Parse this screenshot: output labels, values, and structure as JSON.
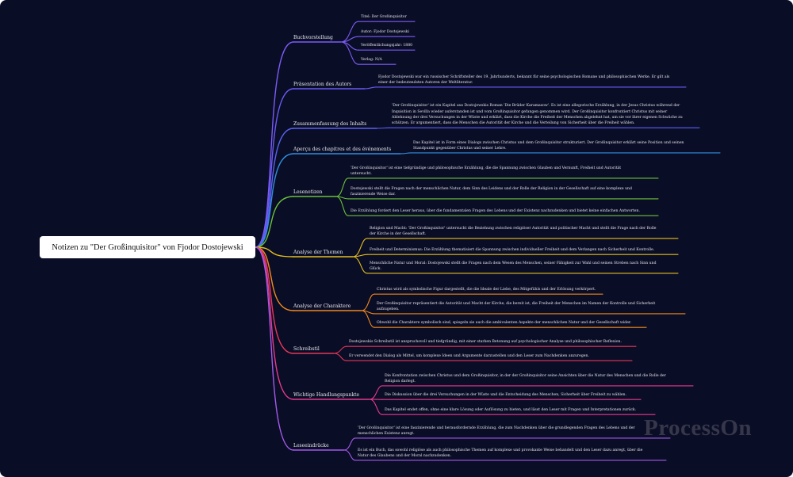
{
  "root": "Notizen zu \"Der Großinquisitor\" von Fjodor Dostojewski",
  "watermark": "ProcessOn",
  "branches": [
    {
      "label": "Buchvorstellung",
      "color": "#7b5cf5",
      "leaves": [
        [
          "Titel: Der Großinquisitor"
        ],
        [
          "Autor: Fjodor Dostojewski"
        ],
        [
          "Veröffentlichungsjahr: 1880"
        ],
        [
          "Verlag: N/A"
        ]
      ]
    },
    {
      "label": "Präsentation des Autors",
      "color": "#6a5af7",
      "leaves": [
        [
          "Fjodor Dostojewski war ein russischer Schriftsteller des 19. Jahrhunderts, bekannt für seine psychologischen Romane und philosophischen Werke. Er gilt als",
          "einer der bedeutendsten Autoren der Weltliteratur."
        ]
      ]
    },
    {
      "label": "Zusammenfassung des Inhalts",
      "color": "#5a63f5",
      "leaves": [
        [
          "'Der Großinquisitor' ist ein Kapitel aus Dostojewskis Roman 'Die Brüder Karamasow'. Es ist eine allegorische Erzählung, in der Jesus Christus während der",
          "Inquisition in Sevilla wieder auferstanden ist und vom Großinquisitor gefangen genommen wird. Der Großinquisitor konfrontiert Christus mit seiner",
          "Ablehnung der drei Versuchungen in der Wüste und erklärt, dass die Kirche die Freiheit der Menschen abgelehnt hat, um sie vor ihrer eigenen Schwäche zu",
          "schützen. Er argumentiert, dass die Menschen die Autorität der Kirche und die Verteilung von Sicherheit über die Freiheit wählen."
        ]
      ]
    },
    {
      "label": "Aperçu des chapitres et des événements",
      "color": "#2f8fe0",
      "leaves": [
        [
          "Das Kapitel ist in Form eines Dialogs zwischen Christus und dem Großinquisitor strukturiert. Der Großinquisitor erklärt seine Position und seinen",
          "Standpunkt gegenüber Christus und seiner Lehre."
        ]
      ]
    },
    {
      "label": "Lesenotizen",
      "color": "#6ac23a",
      "leaves": [
        [
          "'Der Großinquisitor' ist eine tiefgründige und philosophische Erzählung, die die Spannung zwischen Glauben und Vernunft, Freiheit und Autorität",
          "untersucht."
        ],
        [
          "Dostojewski stellt die Fragen nach der menschlichen Natur, dem Sinn des Leidens und der Rolle der Religion in der Gesellschaft auf eine komplexe und",
          "faszinierende Weise dar."
        ],
        [
          "Die Erzählung fordert den Leser heraus, über die fundamentalen Fragen des Lebens und der Existenz nachzudenken und bietet keine einfachen Antworten."
        ]
      ]
    },
    {
      "label": "Analyse der Themen",
      "color": "#e5c01e",
      "leaves": [
        [
          "Religion und Macht: 'Der Großinquisitor' untersucht die Beziehung zwischen religiöser Autorität und politischer Macht und stellt die Frage nach der Rolle",
          "der Kirche in der Gesellschaft."
        ],
        [
          "Freiheit und Determinismus: Die Erzählung thematisiert die Spannung zwischen individueller Freiheit und dem Verlangen nach Sicherheit und Kontrolle."
        ],
        [
          "Menschliche Natur und Moral: Dostojewski stellt die Fragen nach dem Wesen des Menschen, seiner Fähigkeit zur Wahl und seinen Streben nach Sinn und",
          "Glück."
        ]
      ]
    },
    {
      "label": "Analyse der Charaktere",
      "color": "#f08a1e",
      "leaves": [
        [
          "Christus wird als symbolische Figur dargestellt, die die Ideale der Liebe, des Mitgefühls und der Erlösung verkörpert."
        ],
        [
          "Der Großinquisitor repräsentiert die Autorität und Macht der Kirche, die bereit ist, die Freiheit der Menschen im Namen der Kontrolle und Sicherheit",
          "aufzugeben."
        ],
        [
          "Obwohl die Charaktere symbolisch sind, spiegeln sie auch die ambivalenten Aspekte der menschlichen Natur und der Gesellschaft wider."
        ]
      ]
    },
    {
      "label": "Schreibstil",
      "color": "#e8365a",
      "leaves": [
        [
          "Dostojewskis Schreibstil ist anspruchsvoll und tiefgründig, mit einer starken Betonung auf psychologischer Analyse und philosophischer Reflexion."
        ],
        [
          "Er verwendet den Dialog als Mittel, um komplexe Ideen und Argumente darzustellen und den Leser zum Nachdenken anzuregen."
        ]
      ]
    },
    {
      "label": "Wichtige Handlungspunkte",
      "color": "#e83a8e",
      "leaves": [
        [
          "Die Konfrontation zwischen Christus und dem Großinquisitor, in der der Großinquisitor seine Ansichten über die Natur des Menschen und die Rolle der",
          "Religion darlegt."
        ],
        [
          "Die Diskussion über die drei Versuchungen in der Wüste und die Entscheidung des Menschen, Sicherheit über Freiheit zu wählen."
        ],
        [
          "Das Kapitel endet offen, ohne eine klare Lösung oder Auflösung zu bieten, und lässt den Leser mit Fragen und Interpretationen zurück."
        ]
      ]
    },
    {
      "label": "Leseeindrücke",
      "color": "#a35ae8",
      "leaves": [
        [
          "'Der Großinquisitor' ist eine faszinierende und herausfordernde Erzählung, die zum Nachdenken über die grundlegenden Fragen des Lebens und der",
          "menschlichen Existenz anregt."
        ],
        [
          "Es ist ein Buch, das sowohl religiöse als auch philosophische Themen auf komplexe und provokante Weise behandelt und den Leser dazu anregt, über die",
          "Natur des Glaubens und der Moral nachzudenken."
        ]
      ]
    }
  ]
}
